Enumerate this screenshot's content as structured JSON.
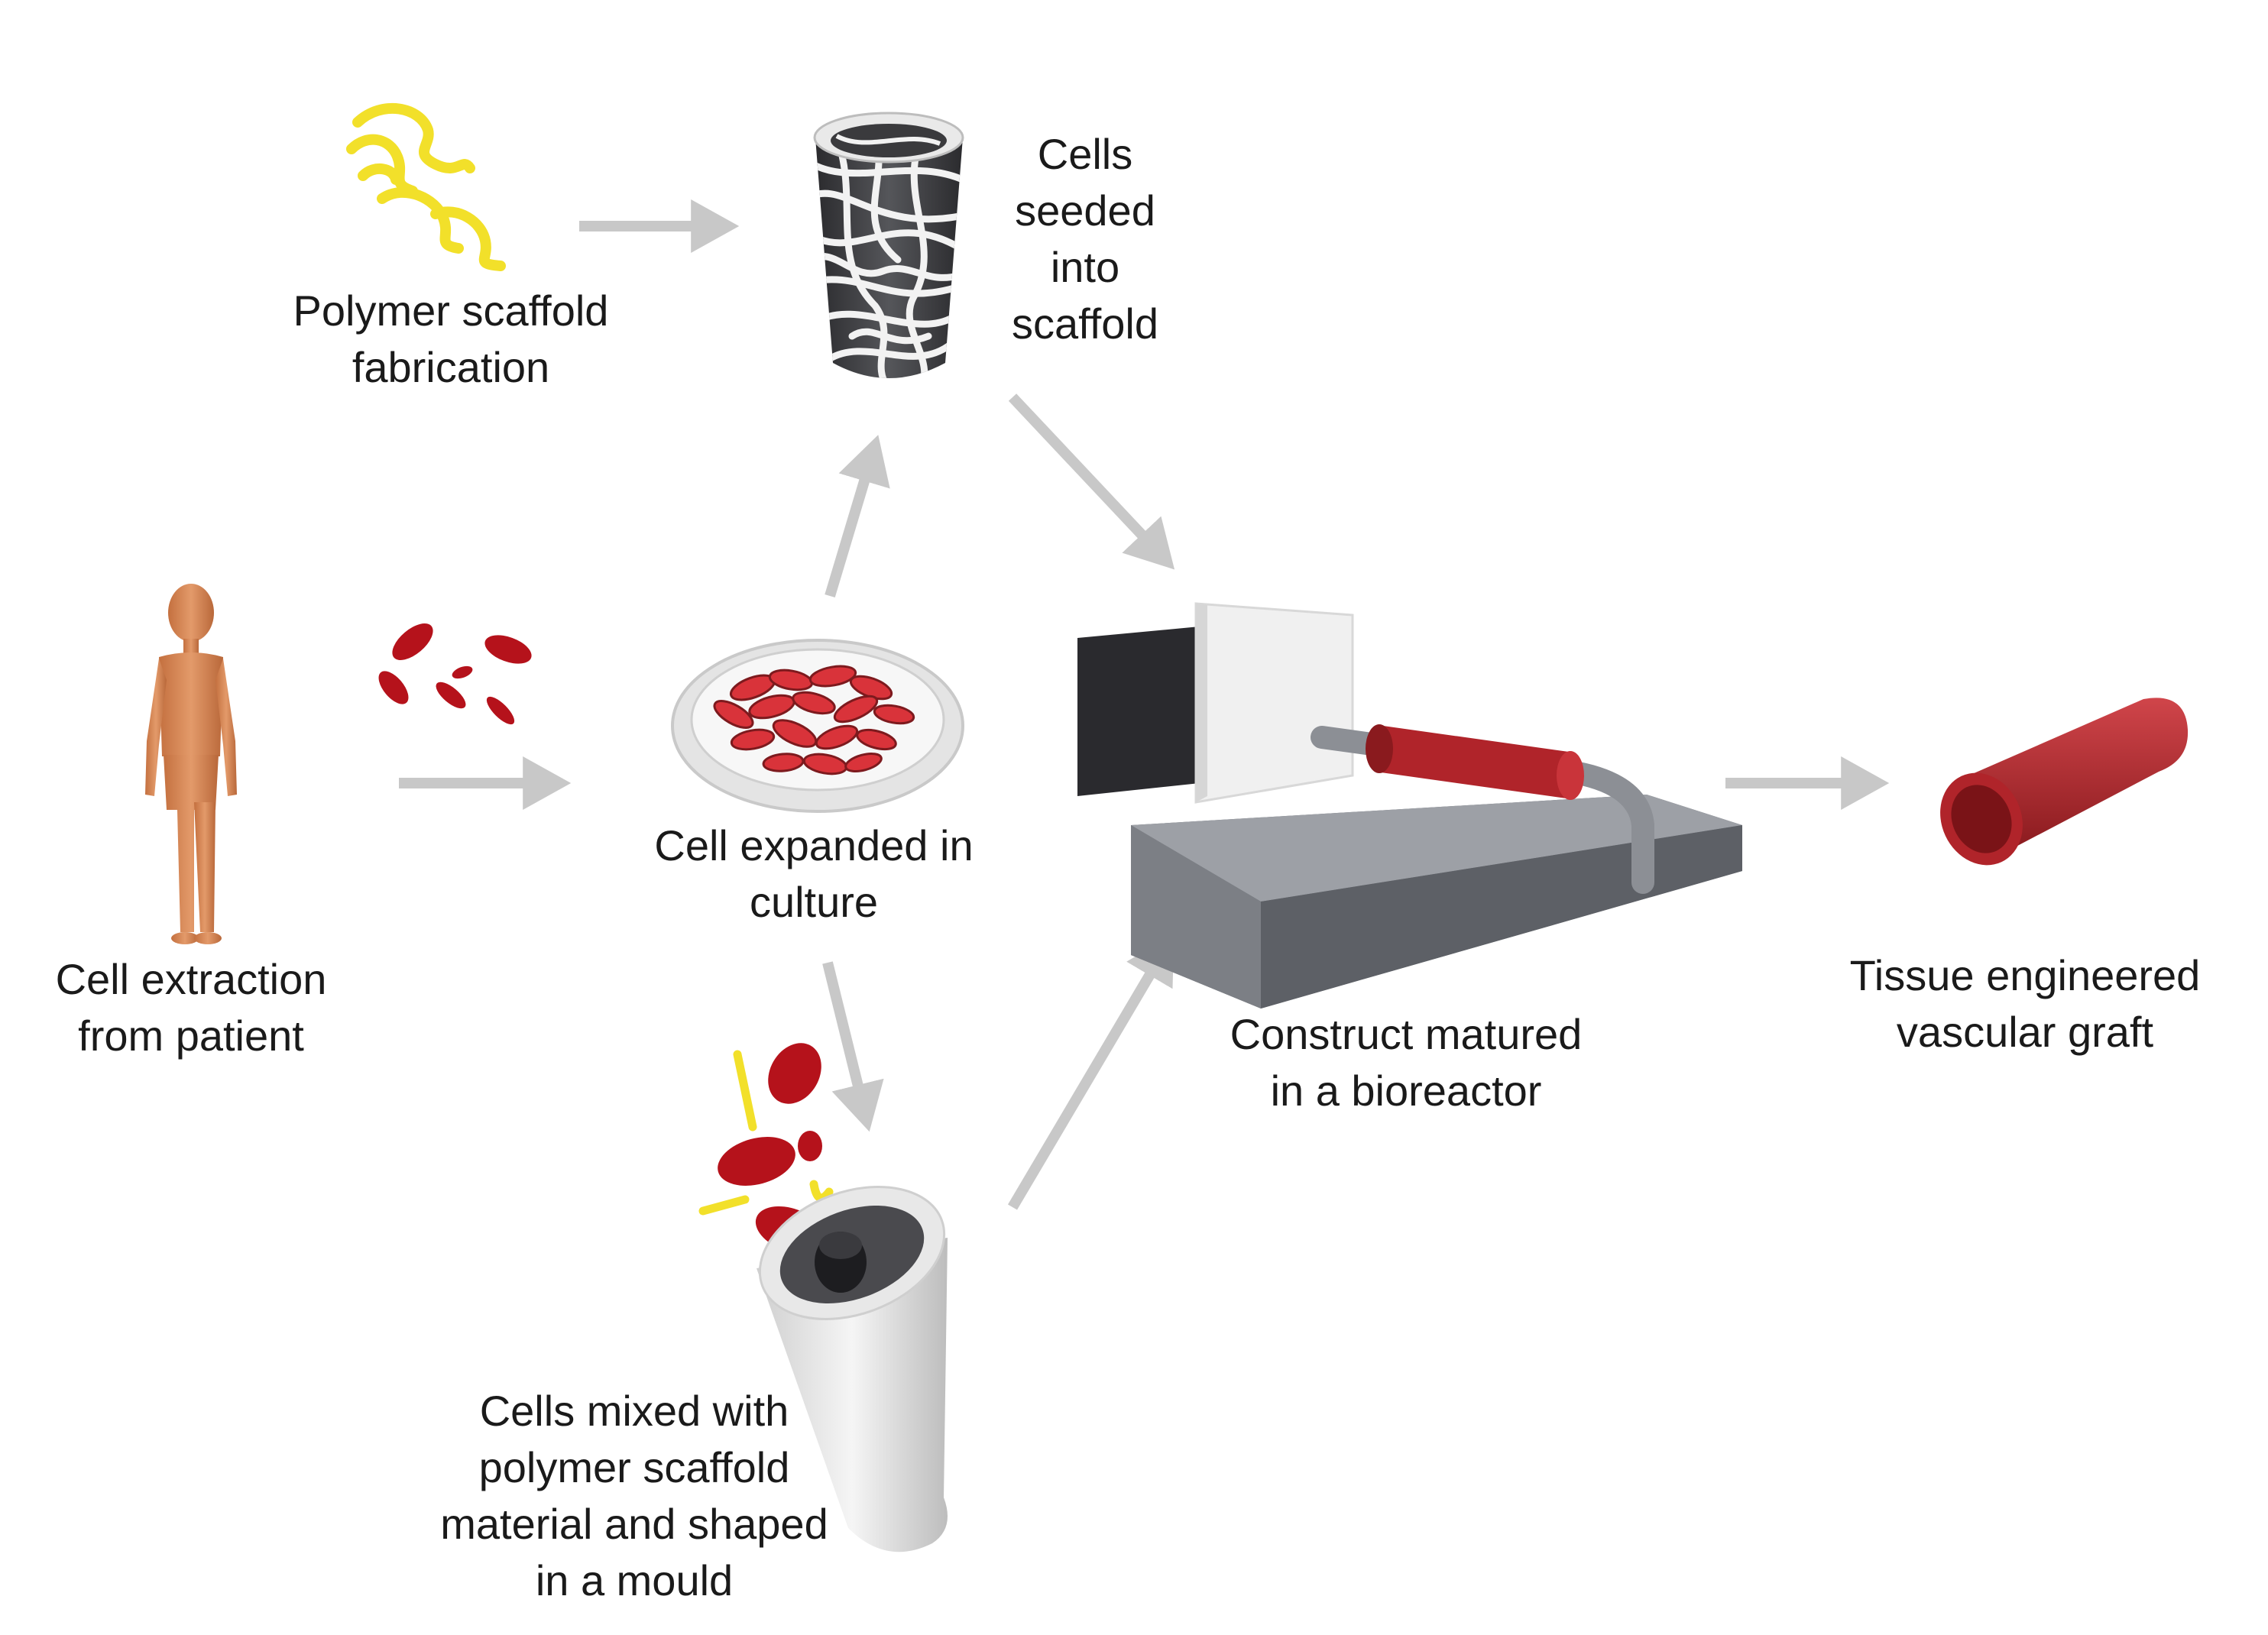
{
  "steps": {
    "polymer_fabrication": {
      "lines": [
        "Polymer scaffold",
        "fabrication"
      ]
    },
    "cells_seeded": {
      "lines": [
        "Cells",
        "seeded",
        "into",
        "scaffold"
      ]
    },
    "cell_extraction": {
      "lines": [
        "Cell extraction",
        "from patient"
      ]
    },
    "cell_expanded": {
      "lines": [
        "Cell expanded in",
        "culture"
      ]
    },
    "bioreactor": {
      "lines": [
        "Construct matured",
        "in a bioreactor"
      ]
    },
    "graft": {
      "lines": [
        "Tissue engineered",
        "vascular graft"
      ]
    },
    "mould": {
      "lines": [
        "Cells mixed with",
        "polymer scaffold",
        "material and shaped",
        "in a mould"
      ]
    }
  },
  "icons": {
    "polymer_fibers": "polymer-fibers-icon",
    "scaffold_tube": "fibrous-scaffold-tube-icon",
    "patient": "human-figure-icon",
    "cells": "red-cells-icon",
    "petri_dish": "petri-dish-icon",
    "bioreactor": "bioreactor-icon",
    "graft": "vascular-graft-tube-icon",
    "mould": "mould-tube-icon"
  },
  "colors": {
    "arrow": "#c8c8c8",
    "cell_red": "#b5121b",
    "polymer_yellow": "#f2e02a",
    "skin": "#d98a5a",
    "graft_red": "#b0242a",
    "base_gray": "#8a8d93",
    "panel_dark": "#2a2a2e",
    "panel_light": "#f0f0f0"
  }
}
